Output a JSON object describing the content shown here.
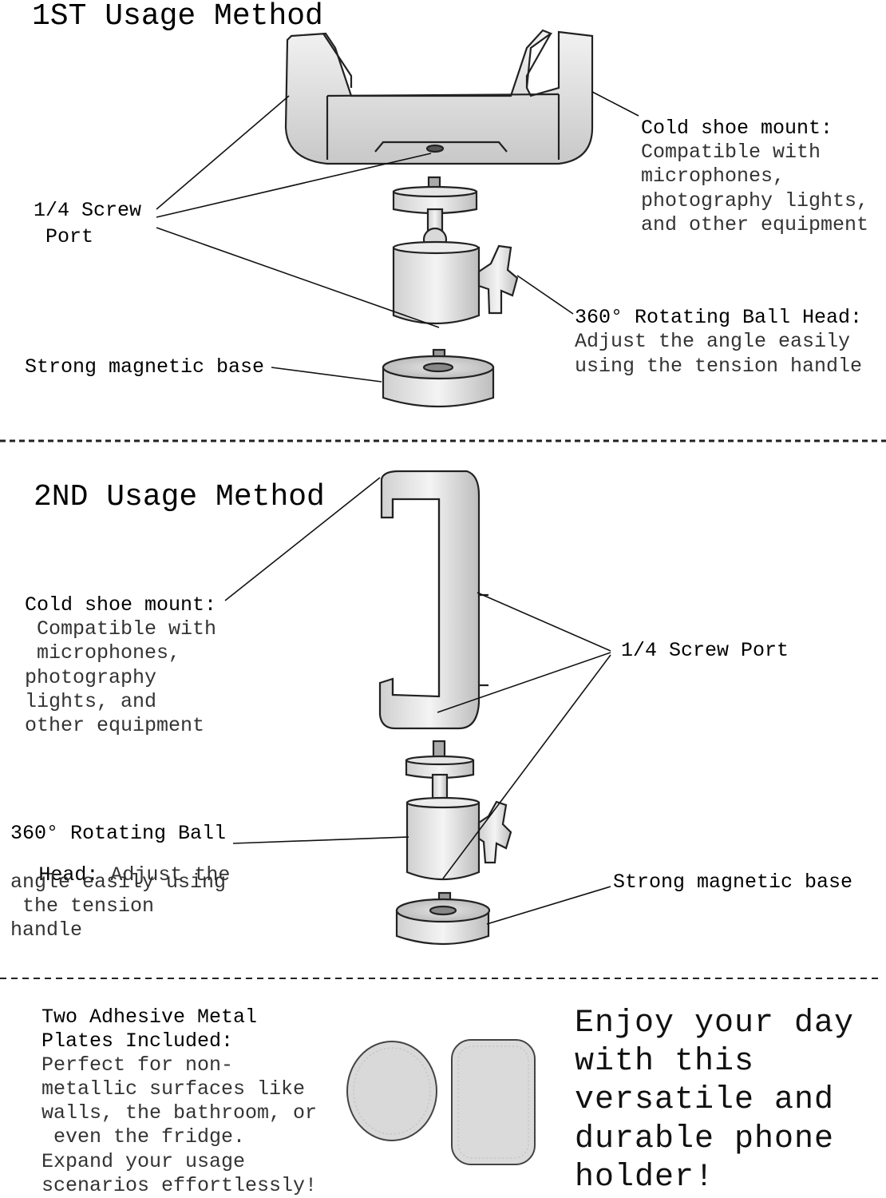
{
  "section1": {
    "title": "1ST Usage Method",
    "cold_shoe": {
      "heading": "Cold shoe mount:",
      "lines": [
        "Compatible with",
        "microphones,",
        "photography lights,",
        "and other equipment"
      ]
    },
    "screw_port": {
      "lines": [
        "1/4 Screw",
        " Port"
      ]
    },
    "ball_head": {
      "heading": "360° Rotating Ball Head:",
      "lines": [
        "Adjust the angle easily",
        "using the tension handle"
      ]
    },
    "magnetic_base": "Strong magnetic base"
  },
  "section2": {
    "title": "2ND Usage Method",
    "cold_shoe": {
      "heading": "Cold shoe mount:",
      "lines": [
        " Compatible with",
        " microphones,",
        "photography",
        "lights, and",
        "other equipment"
      ]
    },
    "screw_port": "1/4 Screw Port",
    "ball_head": {
      "heading_line1": "360° Rotating Ball",
      "heading_line2": " Head:",
      "line2_rest": " Adjust the",
      "lines": [
        "angle easily using",
        " the tension",
        "handle"
      ]
    },
    "magnetic_base": "Strong magnetic base"
  },
  "section3": {
    "plates": {
      "heading_lines": [
        "Two Adhesive Metal",
        "Plates Included:"
      ],
      "lines": [
        "Perfect for non-",
        "metallic surfaces like",
        "walls, the bathroom, or",
        " even the fridge.",
        "Expand your usage",
        "scenarios effortlessly!"
      ]
    },
    "closing_lines": [
      "Enjoy your day",
      "with this",
      "versatile and",
      "durable phone",
      "holder!"
    ]
  }
}
